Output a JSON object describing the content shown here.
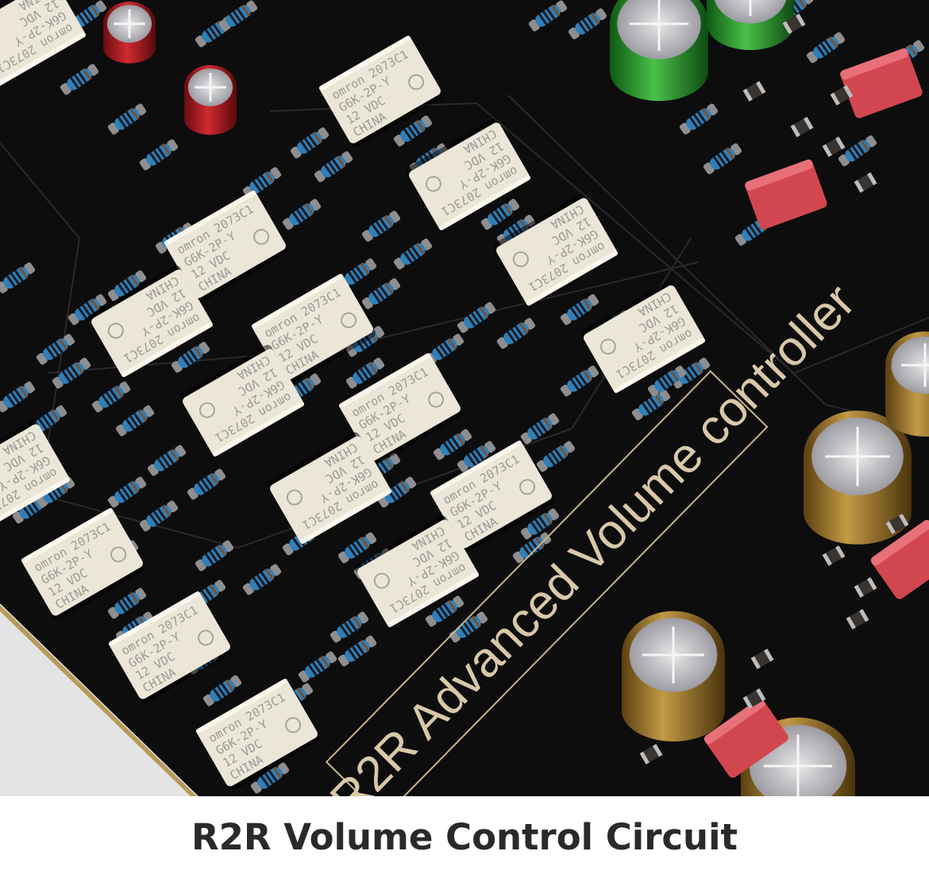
{
  "photo": {
    "board_silkscreen": "R2R Advanced Volume controller",
    "relay_marking": {
      "brand": "omron",
      "code": "2073C1",
      "model": "G6K-2P-Y",
      "voltage": "12 VDC",
      "origin": "CHINA"
    },
    "colors": {
      "pcb": "#0d0d0e",
      "relay": "#ece6d8",
      "silkscreen": "#d8c8a8",
      "gold_capacitor": "#a07a2a",
      "green_capacitor": "#2e9a2e",
      "red_capacitor": "#b01e24",
      "film_capacitor": "#d2474f"
    }
  },
  "caption": "R2R Volume Control Circuit"
}
